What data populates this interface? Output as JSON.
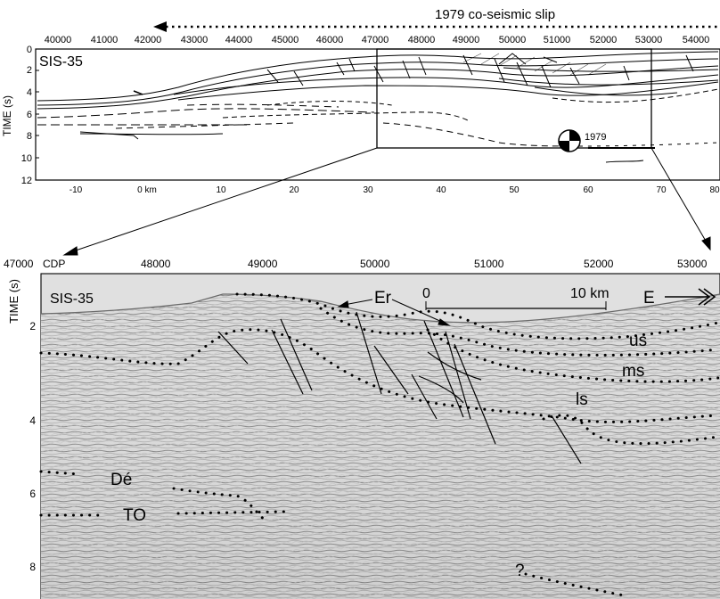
{
  "slip_label": "1979 co-seismic slip",
  "top_panel": {
    "profile_name": "SIS-35",
    "time_axis_label": "TIME (s)",
    "cdp_ticks": [
      "40000",
      "41000",
      "42000",
      "43000",
      "44000",
      "45000",
      "46000",
      "47000",
      "48000",
      "49000",
      "50000",
      "51000",
      "52000",
      "53000",
      "54000"
    ],
    "time_ticks": [
      "0",
      "2",
      "4",
      "6",
      "8",
      "10",
      "12"
    ],
    "km_ticks": [
      "-10",
      "0 km",
      "10",
      "20",
      "30",
      "40",
      "50",
      "60",
      "70",
      "80"
    ],
    "event_label": "1979"
  },
  "bottom_panel": {
    "profile_name": "SIS-35",
    "time_axis_label": "TIME (s)",
    "cdp_label": "CDP",
    "cdp_ticks": [
      "47000",
      "48000",
      "49000",
      "50000",
      "51000",
      "52000",
      "53000"
    ],
    "time_ticks": [
      "2",
      "4",
      "6",
      "8"
    ],
    "scale_start": "0",
    "scale_end": "10 km",
    "direction_label": "E",
    "unit_labels": {
      "er": "Er",
      "us": "us",
      "ms": "ms",
      "ls": "ls",
      "de": "Dé",
      "to": "TO",
      "unknown": "?"
    }
  }
}
